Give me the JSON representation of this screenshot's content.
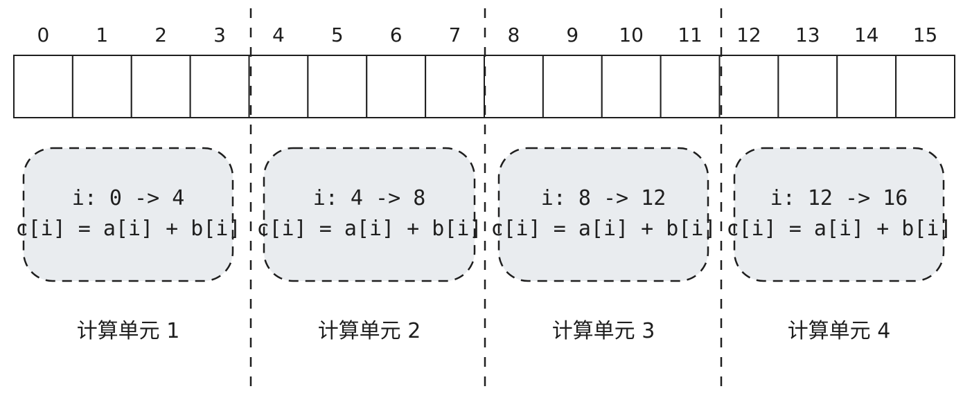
{
  "array": {
    "indices": [
      "0",
      "1",
      "2",
      "3",
      "4",
      "5",
      "6",
      "7",
      "8",
      "9",
      "10",
      "11",
      "12",
      "13",
      "14",
      "15"
    ]
  },
  "units": [
    {
      "range": "i: 0 -> 4",
      "expr": "c[i] = a[i] + b[i]",
      "label": "计算单元 1"
    },
    {
      "range": "i: 4 -> 8",
      "expr": "c[i] = a[i] + b[i]",
      "label": "计算单元 2"
    },
    {
      "range": "i: 8 -> 12",
      "expr": "c[i] = a[i] + b[i]",
      "label": "计算单元 3"
    },
    {
      "range": "i: 12 -> 16",
      "expr": "c[i] = a[i] + b[i]",
      "label": "计算单元 4"
    }
  ],
  "colors": {
    "stroke": "#1e1e1e",
    "unit_fill": "#e9ecef"
  }
}
